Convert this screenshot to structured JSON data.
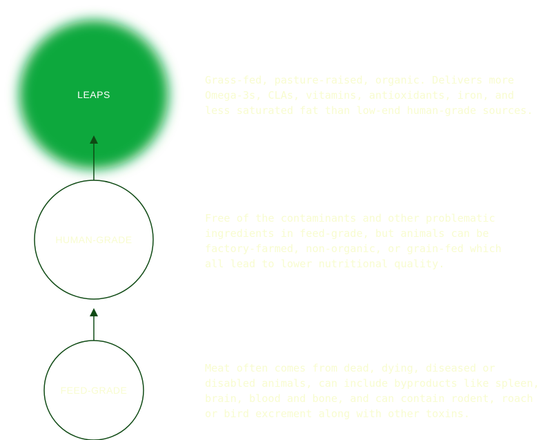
{
  "colors": {
    "leaps_fill": "#0aa83c",
    "stroke": "#0f4a14",
    "pale_text": "#f8fcd0",
    "white_text": "#ffffff"
  },
  "tiers": [
    {
      "label": "LEAPS",
      "description": "Grass-fed, pasture-raised, organic. Delivers more\nOmega-3s, CLAs, vitamins, antioxidants, iron, and\nless saturated fat than low-end human-grade sources."
    },
    {
      "label": "HUMAN-GRADE",
      "description": "Free of the contaminants and other problematic\ningredients in feed-grade, but animals can be\nfactory-farmed, non-organic, or grain-fed which\nall lead to lower nutritional quality."
    },
    {
      "label": "FEED-GRADE",
      "description": "Meat often comes from dead, dying, diseased or\ndisabled animals, can include byproducts like spleen,\nbrain, blood and bone, and can contain rodent, roach\nor bird excrement along with other toxins."
    }
  ]
}
